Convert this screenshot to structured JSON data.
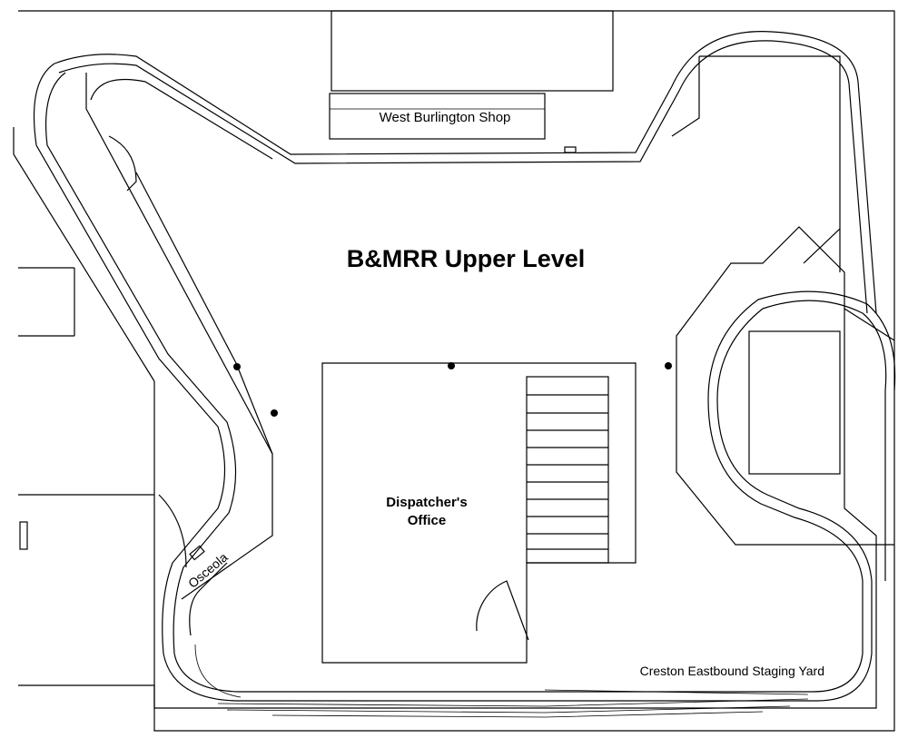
{
  "title": "B&MRR Upper Level",
  "labels": {
    "shop": "West Burlington Shop",
    "office_line1": "Dispatcher's",
    "office_line2": "Office",
    "town": "Osceola",
    "staging": "Creston Eastbound Staging Yard"
  },
  "colors": {
    "ink": "#000000",
    "paper": "#ffffff"
  }
}
